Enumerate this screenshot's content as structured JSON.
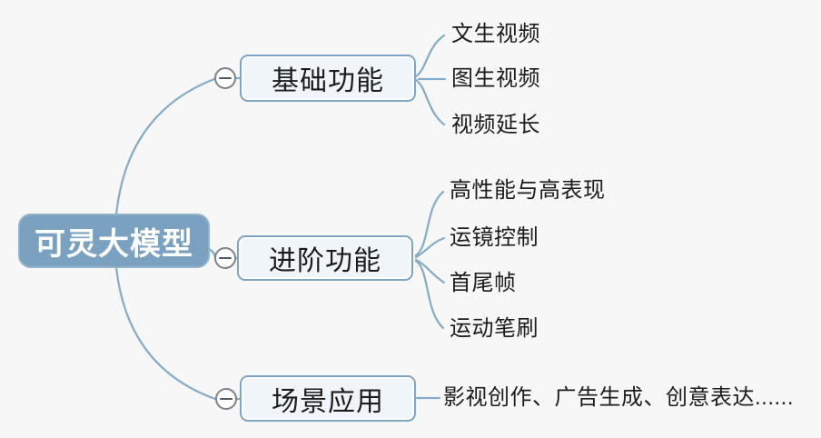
{
  "app": {
    "type": "mindmap",
    "background_color": "#f7f7f7",
    "colors": {
      "root_fill": "#7AA2C0",
      "root_text": "#ffffff",
      "branch_fill": "#F0F5F9",
      "branch_border": "#7FA4C2",
      "connector_line": "#85ABC8",
      "collapse_circle_border": "#7E8387",
      "text": "#1c1c1c"
    }
  },
  "mindmap": {
    "root": {
      "label": "可灵大模型"
    },
    "collapse_icon": "minus-circle-icon",
    "branches": [
      {
        "label": "基础功能",
        "collapsed": false,
        "children": [
          {
            "label": "文生视频"
          },
          {
            "label": "图生视频"
          },
          {
            "label": "视频延长"
          }
        ]
      },
      {
        "label": "进阶功能",
        "collapsed": false,
        "children": [
          {
            "label": "高性能与高表现"
          },
          {
            "label": "运镜控制"
          },
          {
            "label": "首尾帧"
          },
          {
            "label": "运动笔刷"
          }
        ]
      },
      {
        "label": "场景应用",
        "collapsed": false,
        "children": [
          {
            "label": "影视创作、广告生成、创意表达......"
          }
        ]
      }
    ]
  }
}
